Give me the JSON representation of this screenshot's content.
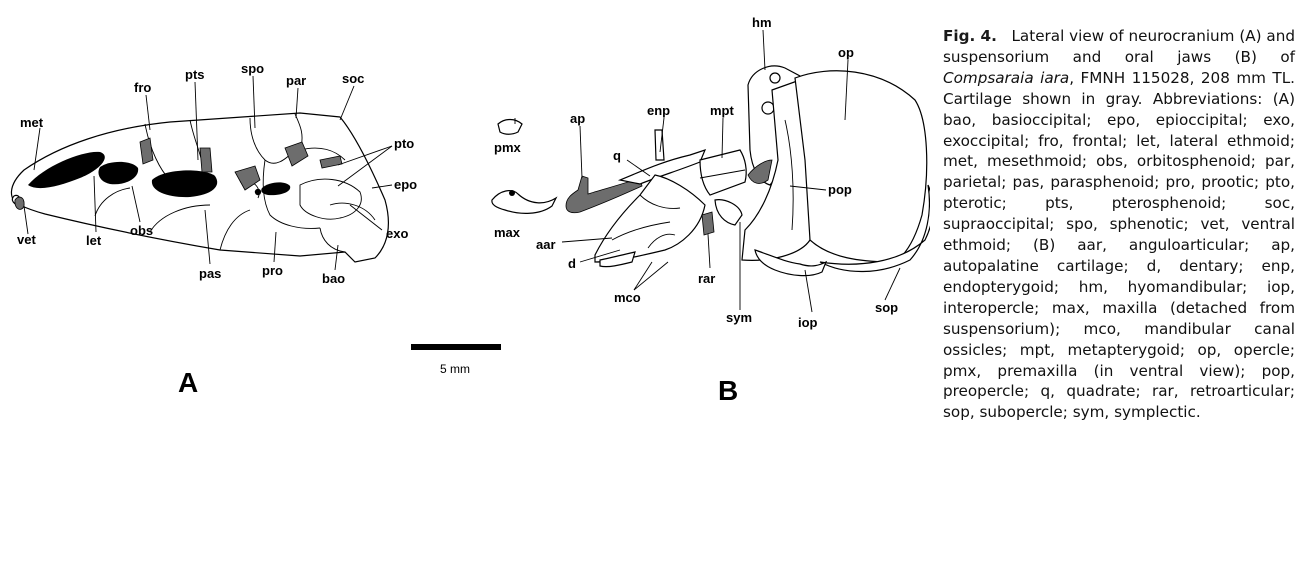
{
  "figure": {
    "panel_a": {
      "letter": "A",
      "labels": {
        "met": "met",
        "fro": "fro",
        "pts": "pts",
        "spo": "spo",
        "par": "par",
        "soc": "soc",
        "pto": "pto",
        "epo": "epo",
        "exo": "exo",
        "bao": "bao",
        "pro": "pro",
        "pas": "pas",
        "obs": "obs",
        "let": "let",
        "vet": "vet"
      }
    },
    "scale_bar": {
      "label": "5 mm"
    },
    "panel_b": {
      "letter": "B",
      "labels": {
        "hm": "hm",
        "op": "op",
        "pmx": "pmx",
        "ap": "ap",
        "enp": "enp",
        "mpt": "mpt",
        "q": "q",
        "pop": "pop",
        "max": "max",
        "aar": "aar",
        "d": "d",
        "mco": "mco",
        "rar": "rar",
        "sym": "sym",
        "iop": "iop",
        "sop": "sop"
      }
    }
  },
  "caption": {
    "fig_label": "Fig. 4.",
    "text_before_species": "Lateral view of neurocranium (A) and suspensorium and oral jaws (B) of",
    "species": "Compsaraia iara",
    "text_after_species": ", FMNH 115028, 208 mm TL. Cartilage shown in gray. Abbreviations: (A) bao, basioccipital; epo, epioccipital; exo, exoccipital; fro, frontal; let, lateral ethmoid; met, mesethmoid; obs, orbitosphenoid; par, parietal; pas, parasphenoid; pro, prootic; pto, pterotic; pts, pterosphenoid; soc, supraoccipital; spo, sphenotic; vet, ventral ethmoid; (B) aar, anguloarticular; ap, autopalatine cartilage; d, dentary; enp, endopterygoid; hm, hyomandibular; iop, interopercle; max, maxilla (detached from suspensorium); mco, mandibular canal ossicles; mpt, metapterygoid; op, opercle; pmx, premaxilla (in ventral view); pop, preopercle; q, quadrate; rar, retroarticular; sop, subopercle; sym, symplectic."
  }
}
